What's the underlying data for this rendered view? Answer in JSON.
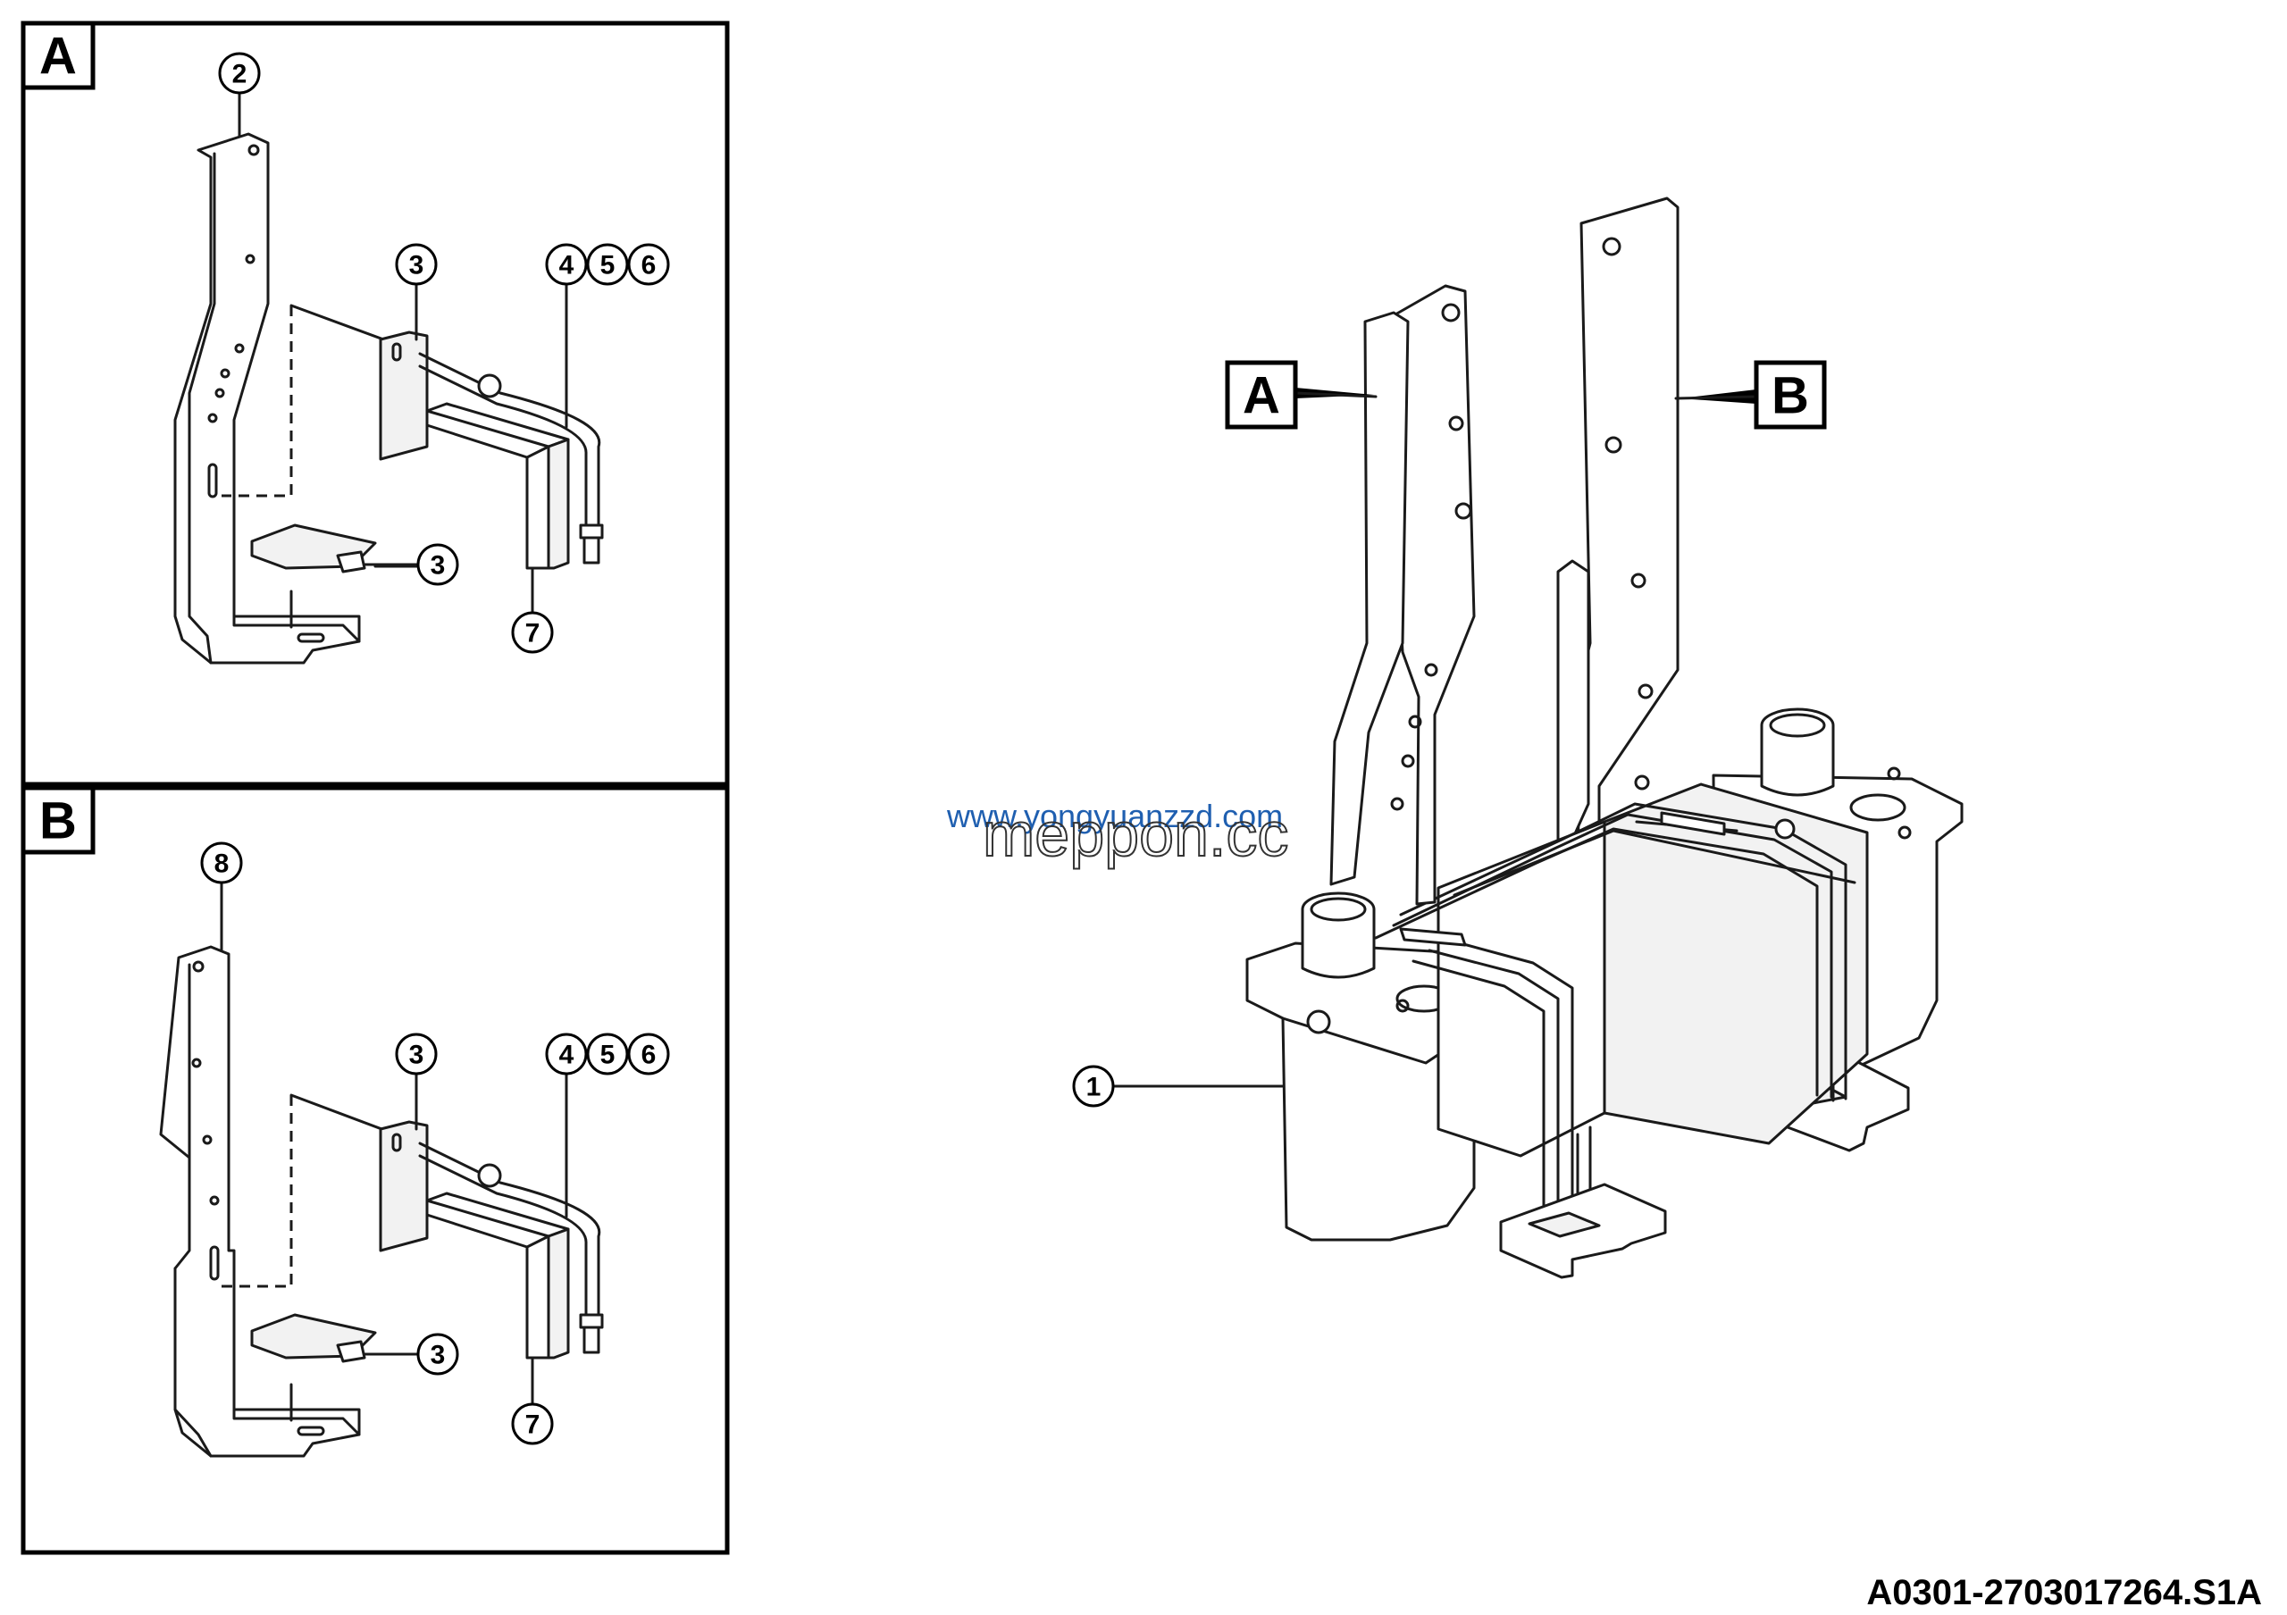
{
  "panels": [
    {
      "label": "A",
      "callouts": [
        "2",
        "3",
        "4",
        "5",
        "6",
        "3",
        "7"
      ]
    },
    {
      "label": "B",
      "callouts": [
        "8",
        "3",
        "4",
        "5",
        "6",
        "3",
        "7"
      ]
    }
  ],
  "main": {
    "callout_part": "1",
    "view_labels": [
      "A",
      "B"
    ]
  },
  "watermark": {
    "line1": "www.yongyuanzzd.com",
    "line2": "meppon.cc"
  },
  "drawing_code": "A0301-2703017264.S1A"
}
